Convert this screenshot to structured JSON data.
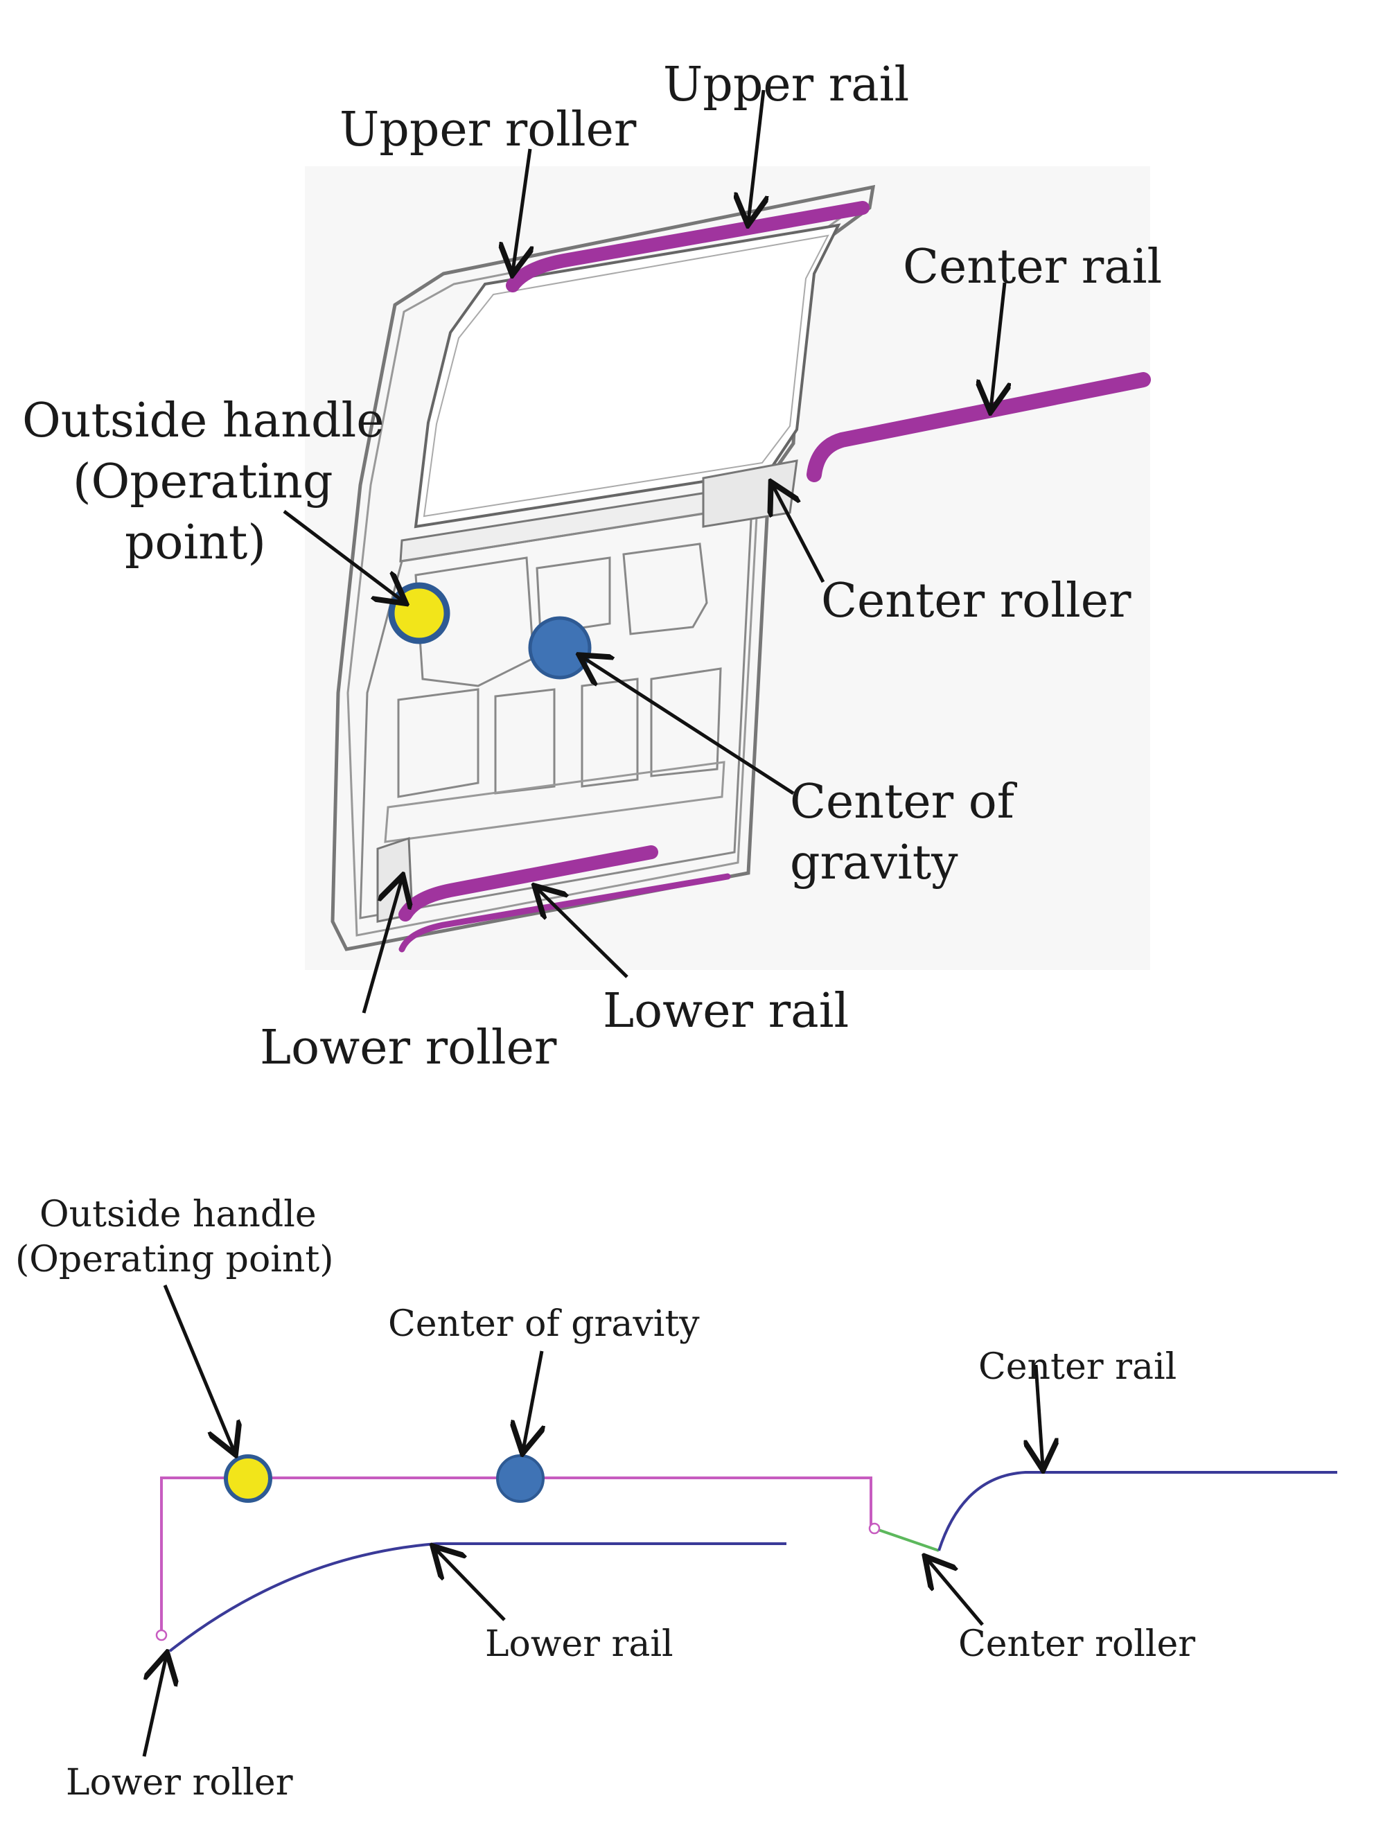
{
  "top": {
    "upper_rail": "Upper rail",
    "upper_roller": "Upper roller",
    "center_rail": "Center rail",
    "outside_handle_1": "Outside handle",
    "outside_handle_2": "(Operating",
    "outside_handle_3": "point)",
    "center_roller": "Center roller",
    "center_of_gravity_1": "Center of",
    "center_of_gravity_2": "gravity",
    "lower_rail": "Lower rail",
    "lower_roller": "Lower roller"
  },
  "bottom": {
    "outside_handle_1": "Outside handle",
    "outside_handle_2": "(Operating point)",
    "center_of_gravity": "Center of gravity",
    "center_rail": "Center rail",
    "lower_rail": "Lower rail",
    "center_roller": "Center roller",
    "lower_roller": "Lower roller"
  },
  "colors": {
    "rail_purple": "#a0349e",
    "handle_yellow": "#f2e51a",
    "cog_blue": "#3f73b5",
    "marker_outline": "#2e5a94",
    "schematic_magenta": "#c75cc0",
    "schematic_navy": "#3a3a98",
    "schematic_green": "#5cb85c"
  }
}
